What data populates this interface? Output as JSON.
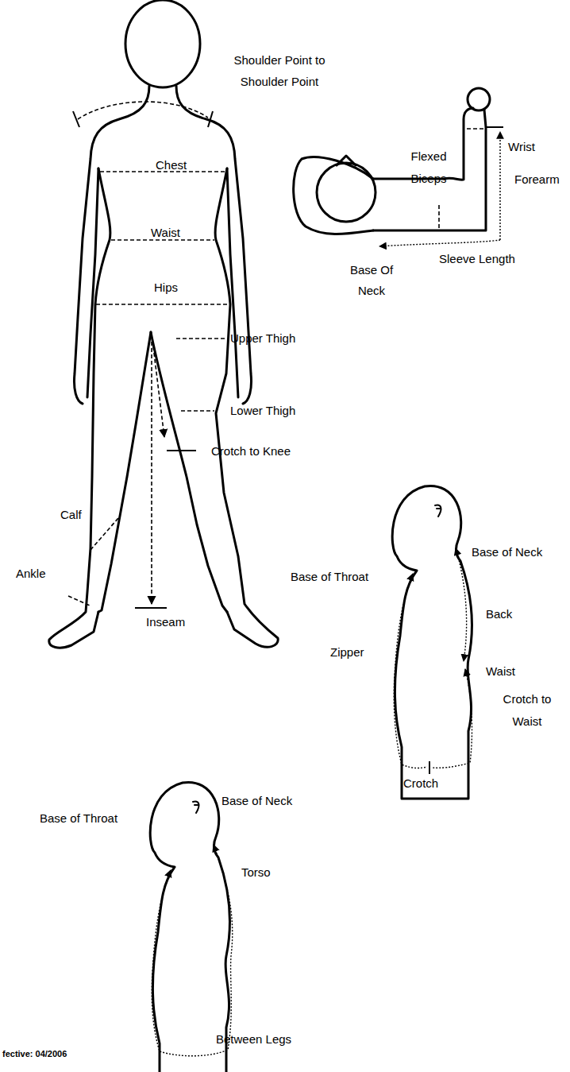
{
  "diagram": {
    "labels": [
      "Shoulder Point to Shoulder Point",
      "Chest",
      "Waist",
      "Hips",
      "Upper Thigh",
      "Lower Thigh",
      "Crotch to Knee",
      "Calf",
      "Ankle",
      "Inseam",
      "Flexed Biceps",
      "Wrist",
      "Forearm",
      "Sleeve Length",
      "Base Of Neck",
      "Base of Throat",
      "Base of Neck",
      "Zipper",
      "Back",
      "Waist",
      "Crotch to Waist",
      "Crotch",
      "Base of Throat",
      "Base of Neck",
      "Torso",
      "Between Legs",
      "fective: 04/2006"
    ]
  }
}
